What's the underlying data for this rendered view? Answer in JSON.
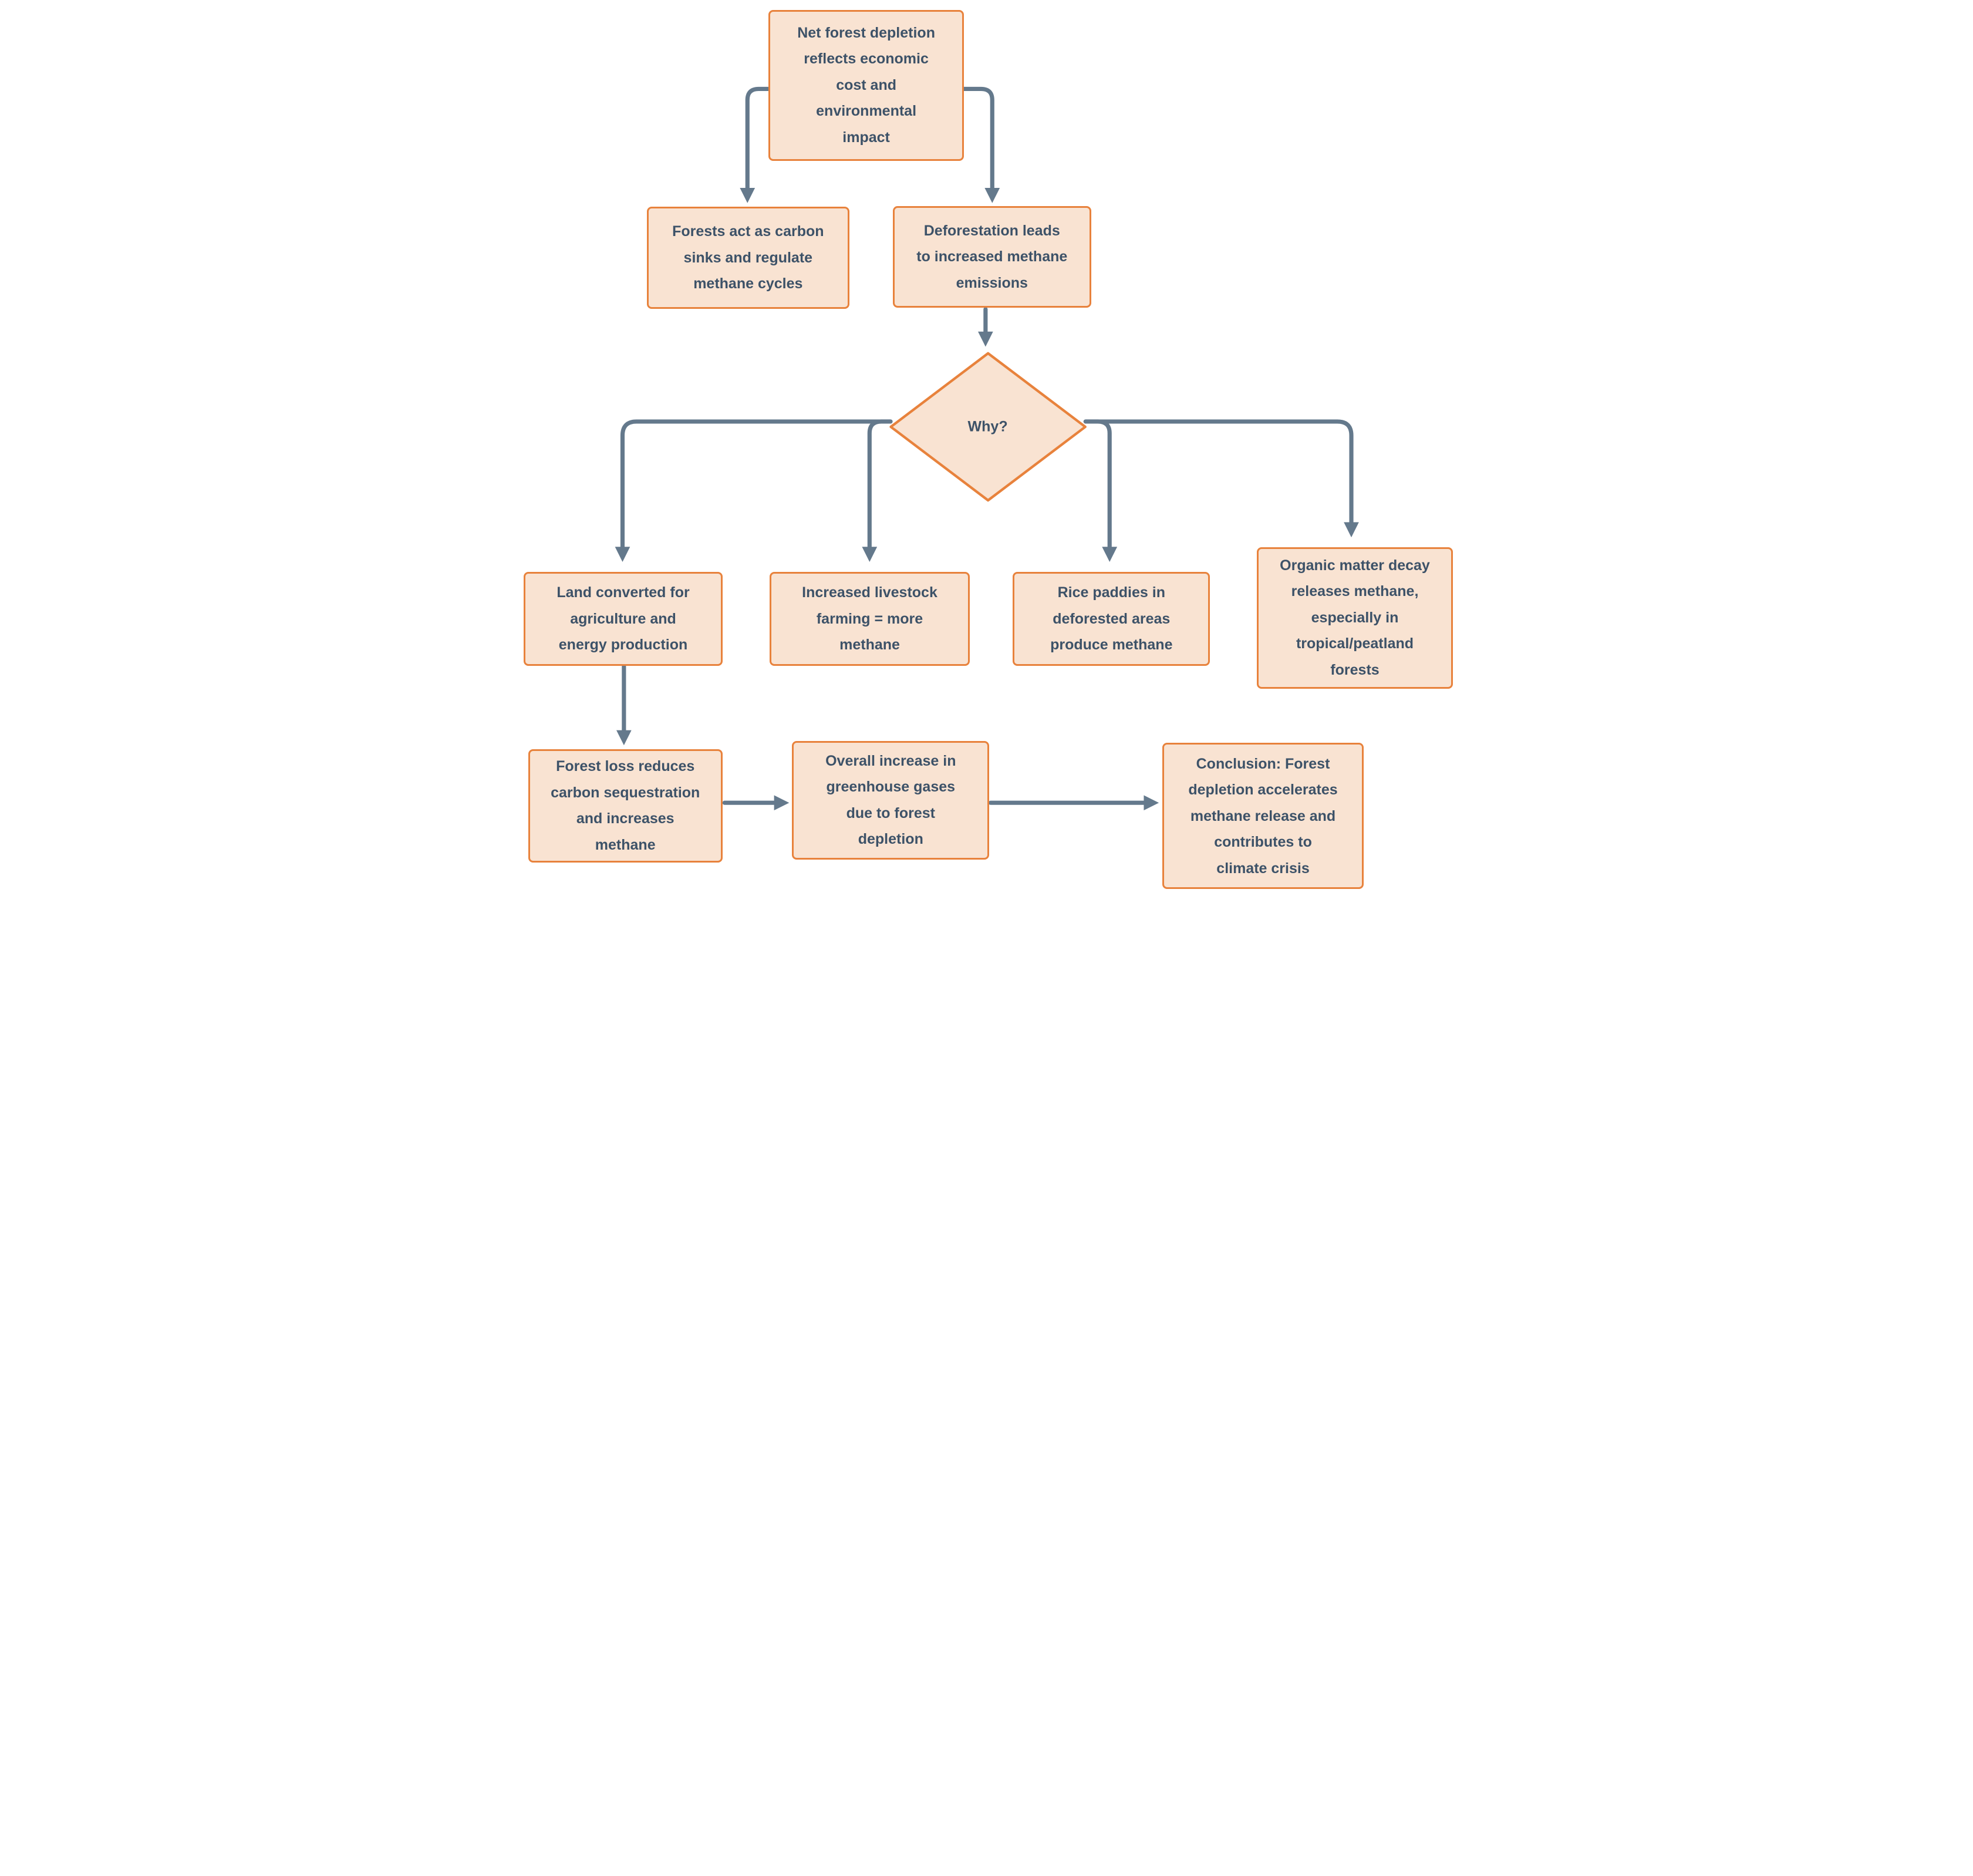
{
  "colors": {
    "box_fill": "#f9e3d2",
    "box_border": "#e8823c",
    "arrow": "#64798c",
    "text": "#3d5268",
    "background": "#ffffff"
  },
  "nodes": {
    "net_forest_depletion": {
      "label": "Net forest depletion\nreflects economic\ncost and\nenvironmental\nimpact"
    },
    "carbon_sinks": {
      "label": "Forests act as carbon\nsinks and regulate\nmethane cycles"
    },
    "deforestation": {
      "label": "Deforestation leads\nto increased methane\nemissions"
    },
    "why": {
      "label": "Why?"
    },
    "land_converted": {
      "label": "Land converted for\nagriculture and\nenergy production"
    },
    "livestock": {
      "label": "Increased livestock\nfarming = more\nmethane"
    },
    "rice_paddies": {
      "label": "Rice paddies in\ndeforested areas\nproduce methane"
    },
    "organic_decay": {
      "label": "Organic matter decay\nreleases methane,\nespecially in\ntropical/peatland\nforests"
    },
    "forest_loss": {
      "label": "Forest loss reduces\ncarbon sequestration\nand increases\nmethane"
    },
    "greenhouse": {
      "label": "Overall increase in\ngreenhouse gases\ndue to forest\ndepletion"
    },
    "conclusion": {
      "label": "Conclusion: Forest\ndepletion accelerates\nmethane release and\ncontributes to\nclimate crisis"
    }
  },
  "edges": [
    {
      "from": "net_forest_depletion",
      "to": "carbon_sinks"
    },
    {
      "from": "net_forest_depletion",
      "to": "deforestation"
    },
    {
      "from": "deforestation",
      "to": "why"
    },
    {
      "from": "why",
      "to": "land_converted"
    },
    {
      "from": "why",
      "to": "livestock"
    },
    {
      "from": "why",
      "to": "rice_paddies"
    },
    {
      "from": "why",
      "to": "organic_decay"
    },
    {
      "from": "land_converted",
      "to": "forest_loss"
    },
    {
      "from": "forest_loss",
      "to": "greenhouse"
    },
    {
      "from": "greenhouse",
      "to": "conclusion"
    }
  ]
}
